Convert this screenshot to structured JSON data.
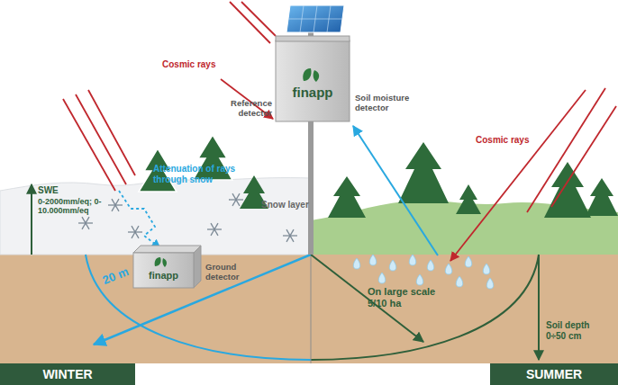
{
  "diagram": {
    "nodes": [
      {
        "text": [
          "finapp"
        ]
      },
      {
        "text": [
          "finapp"
        ]
      },
      {
        "text": [
          "WINTER"
        ]
      },
      {
        "text": [
          "SUMMER"
        ]
      }
    ],
    "labels": [
      "Cosmic rays",
      "Cosmic rays",
      "Reference detector",
      "Soil moisture detector",
      "SWE",
      "0-2000mm/eq; 0-10.000mm/eq",
      "Attenuation of rays through snow",
      "Snow layer",
      "Ground detector",
      "20 m",
      "On large scale 5/10 ha",
      "Soil depth 0÷50 cm"
    ]
  }
}
